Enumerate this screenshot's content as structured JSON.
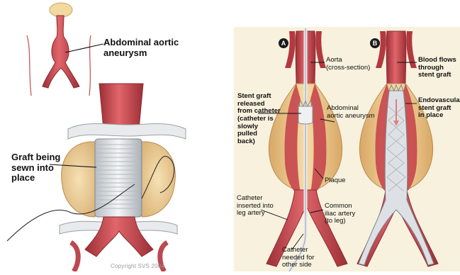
{
  "left_panel": {
    "aneurysm_label": "Abdominal aortic\naneurysm",
    "graft_label": "Graft being\nsewn into\nplace",
    "copyright": "Copyright SVS 2004"
  },
  "right_panel": {
    "panel_a": {
      "badge": "A",
      "aorta": "Aorta\n(cross-section)",
      "stent_released": "Stent graft\nreleased\nfrom catheter\n(catheter is\nslowly\npulled\nback)",
      "aneurysm": "Abdominal\naortic aneurysm",
      "plaque": "Plaque",
      "catheter_leg": "Catheter\ninserted into\nleg artery",
      "iliac": "Common\niliac artery\n(to leg)",
      "catheter_other": "Catheter\nneeded for\nother side"
    },
    "panel_b": {
      "badge": "B",
      "blood_flows": "Blood flows\nthrough\nstent graft",
      "endovascular": "Endovascular\nstent graft\nin place"
    }
  },
  "colors": {
    "artery": "#c8434a",
    "artery_dark": "#9c2f36",
    "aneurysm_sac": "#e9c98f",
    "tissue": "#f3d9a6",
    "panel_bg": "#f7f1de",
    "graft": "#e4e7ea"
  }
}
